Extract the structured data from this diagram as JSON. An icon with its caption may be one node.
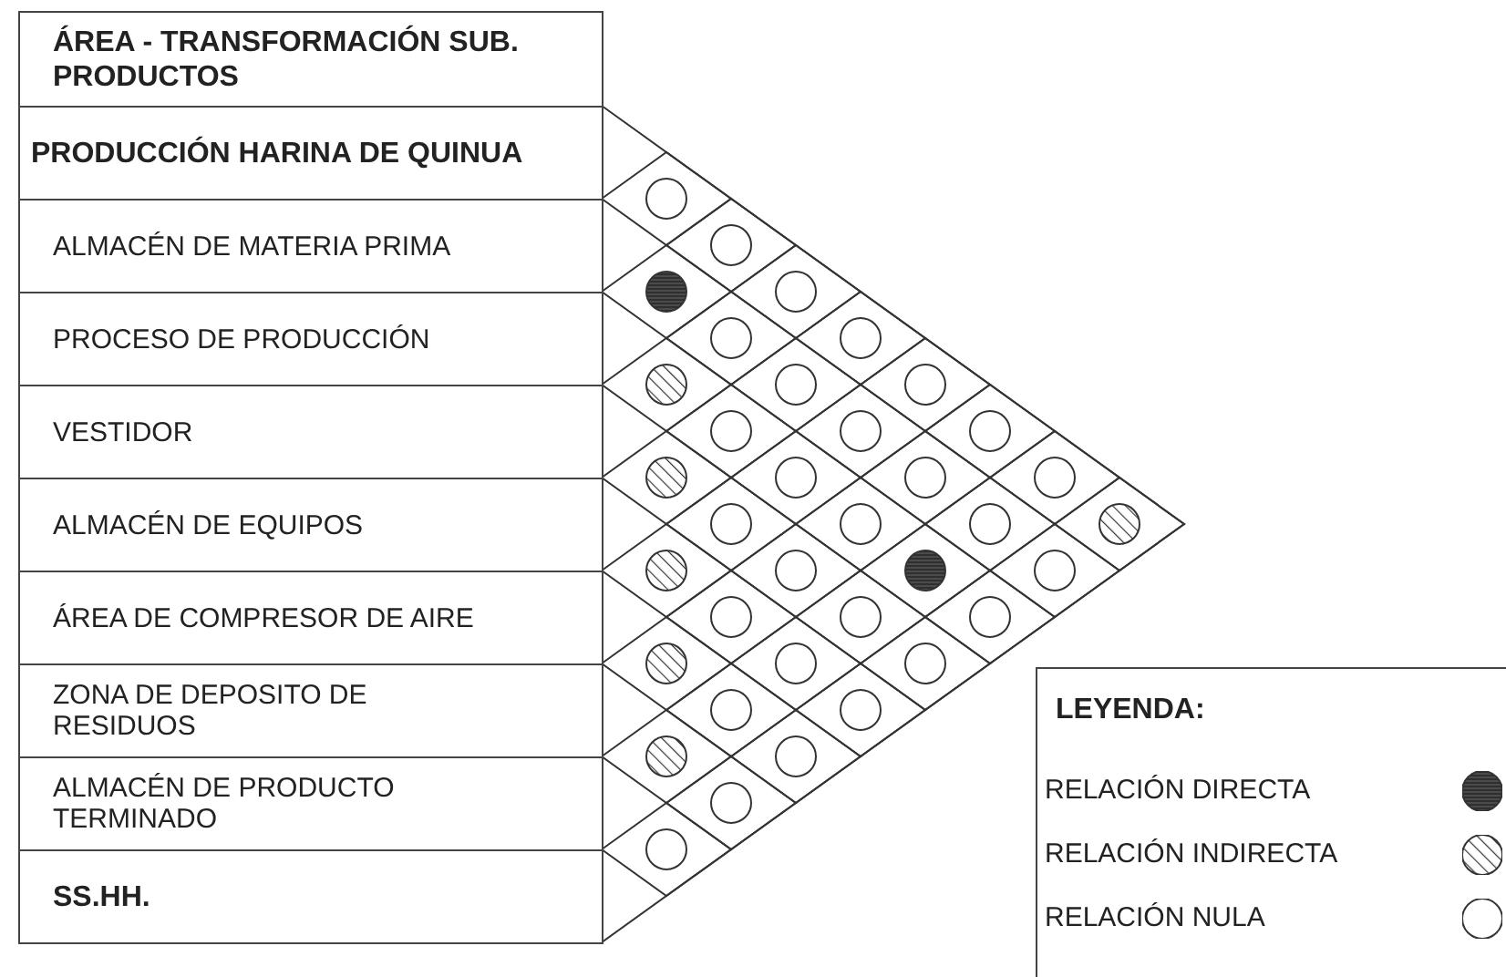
{
  "diagram": {
    "nodes": [
      {
        "text": [
          "ÁREA - TRANSFORMACIÓN SUB. PRODUCTOS"
        ]
      },
      {
        "text": [
          "PRODUCCIÓN HARINA DE QUINUA"
        ]
      },
      {
        "text": [
          "ALMACÉN DE MATERIA PRIMA"
        ]
      },
      {
        "text": [
          "PROCESO DE PRODUCCIÓN"
        ]
      },
      {
        "text": [
          "VESTIDOR"
        ]
      },
      {
        "text": [
          "ALMACÉN DE EQUIPOS"
        ]
      },
      {
        "text": [
          "ÁREA DE COMPRESOR DE AIRE"
        ]
      },
      {
        "text": [
          "ZONA DE DEPOSITO DE RESIDUOS"
        ]
      },
      {
        "text": [
          "ALMACÉN DE PRODUCTO TERMINADO"
        ]
      },
      {
        "text": [
          "SS.HH."
        ]
      }
    ],
    "labels": [
      "LEYENDA:"
    ],
    "legend": [
      {
        "text": "RELACIÓN DIRECTA"
      },
      {
        "text": "RELACIÓN INDIRECTA"
      },
      {
        "text": "RELACIÓN NULA"
      }
    ]
  }
}
